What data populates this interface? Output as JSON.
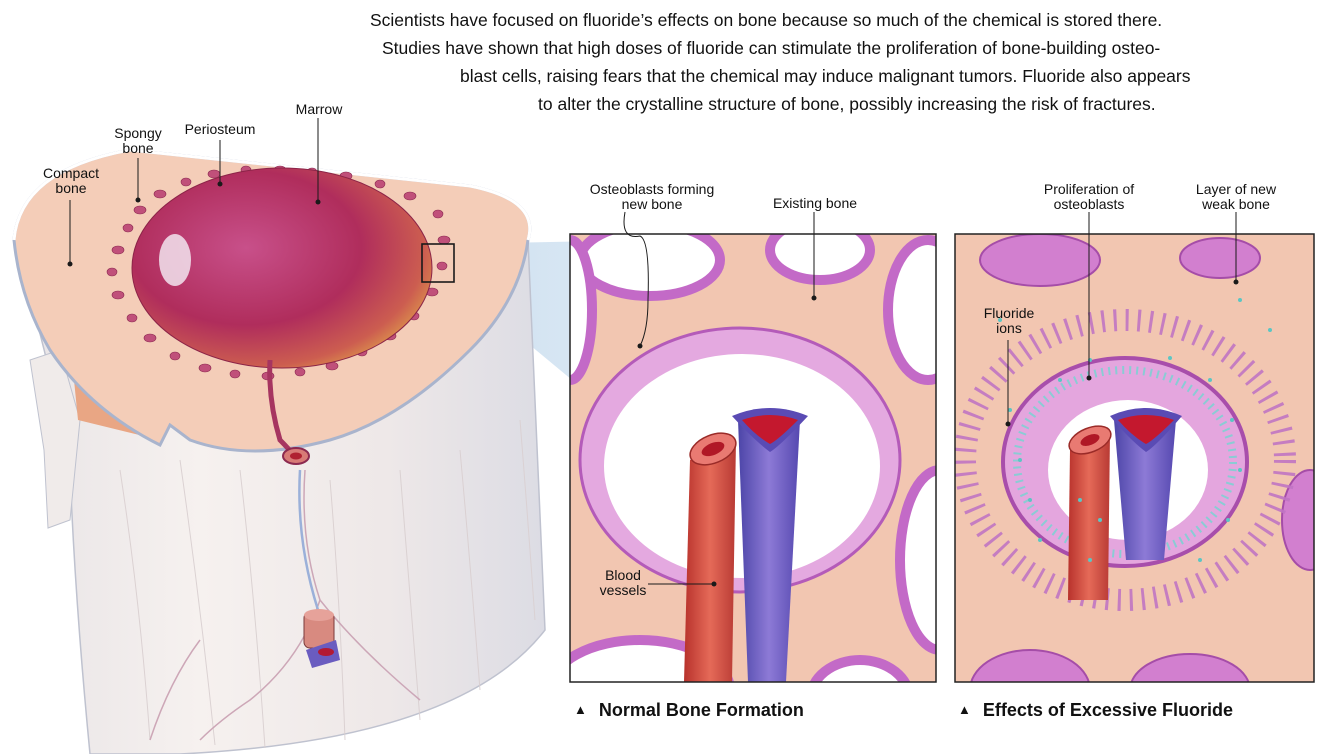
{
  "intro": {
    "line1": "Scientists have focused on fluoride’s effects on bone because so much of the chemical is stored there.",
    "line2": "Studies have shown that high doses of fluoride can stimulate the proliferation of bone-building osteo-",
    "line3": "blast cells, raising fears that the chemical may induce malignant tumors. Fluoride also appears",
    "line4": "to alter the crystalline structure of bone, possibly increasing the risk of fractures."
  },
  "bone_labels": {
    "compact_bone": "Compact\nbone",
    "spongy_bone": "Spongy\nbone",
    "periosteum": "Periosteum",
    "marrow": "Marrow"
  },
  "normal_panel": {
    "osteoblasts_label": "Osteoblasts forming\nnew bone",
    "existing_bone_label": "Existing bone",
    "blood_vessels_label": "Blood\nvessels",
    "caption": "Normal Bone Formation"
  },
  "fluoride_panel": {
    "proliferation_label": "Proliferation of\nosteoblasts",
    "new_weak_bone_label": "Layer of new\nweak bone",
    "fluoride_ions_label": "Fluoride\nions",
    "caption": "Effects of Excessive Fluoride"
  },
  "caption_marker": "▲",
  "colors": {
    "bone_tissue": "#f4cdb8",
    "marrow": "#b9305f",
    "osteoblast": "#c06ec4",
    "artery": "#d2483f",
    "vein": "#6c5cc4",
    "fluoride_ion": "#6ad3d0",
    "zoom_beam": "#c7ddef"
  }
}
